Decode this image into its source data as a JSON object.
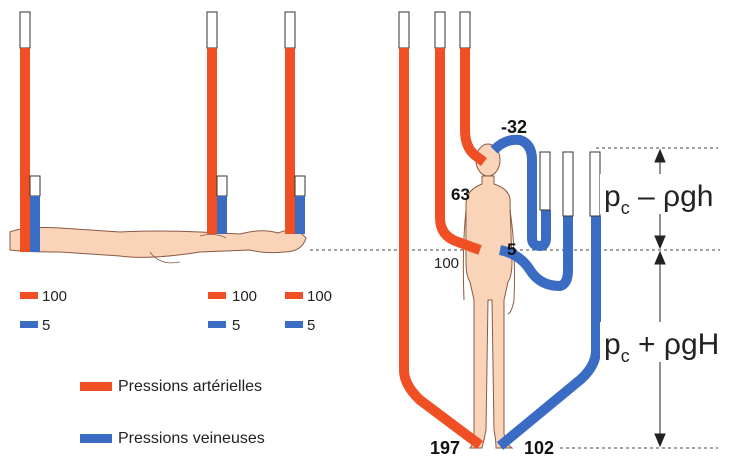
{
  "colors": {
    "arterial": "#F04E23",
    "venous": "#3B6CC4",
    "skin": "#FAD4B8",
    "skin_stroke": "#8a5a45"
  },
  "lying": {
    "legend": [
      {
        "red_value": "100",
        "blue_value": "5"
      },
      {
        "red_value": "100",
        "blue_value": "5"
      },
      {
        "red_value": "100",
        "blue_value": "5"
      }
    ]
  },
  "standing": {
    "values": {
      "head_venous": "-32",
      "head_arterial": "63",
      "heart_arterial": "100",
      "heart_venous": "5",
      "foot_arterial": "197",
      "foot_venous": "102"
    },
    "formula_top": {
      "p": "p",
      "sub": "c",
      "rest": " – ρgh"
    },
    "formula_bottom": {
      "p": "p",
      "sub": "c",
      "rest": " + ρgH"
    }
  },
  "legend": {
    "arterial_label": "Pressions artérielles",
    "venous_label": "Pressions veineuses"
  }
}
